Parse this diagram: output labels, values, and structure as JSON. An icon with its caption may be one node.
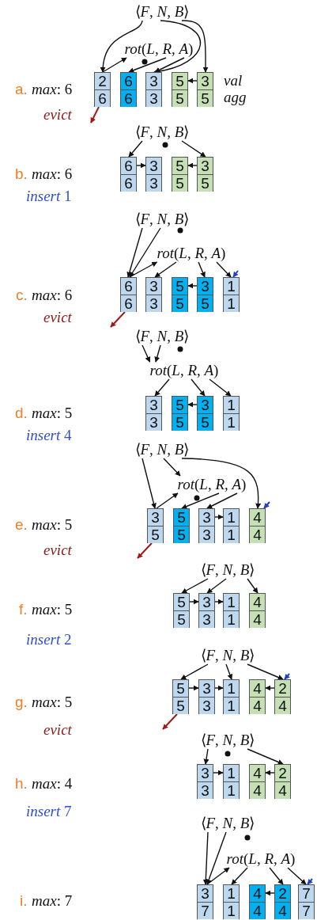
{
  "diagram": {
    "nodes": [
      {
        "text": [
          "⟨*F*, *N*, *B*⟩"
        ]
      },
      {
        "text": [
          "*rot*(*L*, *R*, *A*)"
        ]
      },
      {
        "text": [
          "2",
          "6"
        ]
      },
      {
        "text": [
          "6",
          "6"
        ]
      },
      {
        "text": [
          "3",
          "3"
        ]
      },
      {
        "text": [
          "5",
          "5"
        ]
      },
      {
        "text": [
          "3",
          "5"
        ]
      },
      {
        "text": [
          "⟨*F*, *N*, *B*⟩"
        ]
      },
      {
        "text": [
          "6",
          "6"
        ]
      },
      {
        "text": [
          "3",
          "3"
        ]
      },
      {
        "text": [
          "5",
          "5"
        ]
      },
      {
        "text": [
          "3",
          "5"
        ]
      },
      {
        "text": [
          "⟨*F*, *N*, *B*⟩"
        ]
      },
      {
        "text": [
          "*rot*(*L*, *R*, *A*)"
        ]
      },
      {
        "text": [
          "6",
          "6"
        ]
      },
      {
        "text": [
          "3",
          "3"
        ]
      },
      {
        "text": [
          "5",
          "5"
        ]
      },
      {
        "text": [
          "3",
          "5"
        ]
      },
      {
        "text": [
          "1",
          "1"
        ]
      },
      {
        "text": [
          "⟨*F*, *N*, *B*⟩"
        ]
      },
      {
        "text": [
          "*rot*(*L*, *R*, *A*)"
        ]
      },
      {
        "text": [
          "3",
          "3"
        ]
      },
      {
        "text": [
          "5",
          "5"
        ]
      },
      {
        "text": [
          "3",
          "5"
        ]
      },
      {
        "text": [
          "1",
          "1"
        ]
      },
      {
        "text": [
          "⟨*F*, *N*, *B*⟩"
        ]
      },
      {
        "text": [
          "*rot*(*L*, *R*, *A*)"
        ]
      },
      {
        "text": [
          "3",
          "5"
        ]
      },
      {
        "text": [
          "5",
          "5"
        ]
      },
      {
        "text": [
          "3",
          "3"
        ]
      },
      {
        "text": [
          "1",
          "1"
        ]
      },
      {
        "text": [
          "4",
          "4"
        ]
      },
      {
        "text": [
          "⟨*F*, *N*, *B*⟩"
        ]
      },
      {
        "text": [
          "5",
          "5"
        ]
      },
      {
        "text": [
          "3",
          "3"
        ]
      },
      {
        "text": [
          "1",
          "1"
        ]
      },
      {
        "text": [
          "4",
          "4"
        ]
      },
      {
        "text": [
          "⟨*F*, *N*, *B*⟩"
        ]
      },
      {
        "text": [
          "5",
          "5"
        ]
      },
      {
        "text": [
          "3",
          "3"
        ]
      },
      {
        "text": [
          "1",
          "1"
        ]
      },
      {
        "text": [
          "4",
          "4"
        ]
      },
      {
        "text": [
          "2",
          "4"
        ]
      },
      {
        "text": [
          "⟨*F*, *N*, *B*⟩"
        ]
      },
      {
        "text": [
          "3",
          "3"
        ]
      },
      {
        "text": [
          "1",
          "1"
        ]
      },
      {
        "text": [
          "4",
          "4"
        ]
      },
      {
        "text": [
          "2",
          "4"
        ]
      },
      {
        "text": [
          "⟨*F*, *N*, *B*⟩"
        ]
      },
      {
        "text": [
          "*rot*(*L*, *R*, *A*)"
        ]
      },
      {
        "text": [
          "3",
          "7"
        ]
      },
      {
        "text": [
          "1",
          "1"
        ]
      },
      {
        "text": [
          "4",
          "4"
        ]
      },
      {
        "text": [
          "2",
          "4"
        ]
      },
      {
        "text": [
          "7",
          "7"
        ]
      }
    ],
    "edges": [
      {
        "from": 0,
        "to": 2,
        "arrow": "to"
      },
      {
        "from": 0,
        "to": 4,
        "arrow": "to"
      },
      {
        "from": 0,
        "to": 6,
        "arrow": "to"
      },
      {
        "from": 2,
        "to": 1,
        "arrow": "to"
      },
      {
        "from": 1,
        "to": 3,
        "arrow": "to"
      },
      {
        "from": 1,
        "to": 4,
        "arrow": "to"
      },
      {
        "from": 6,
        "to": 5,
        "arrow": "to"
      },
      {
        "from": 2,
        "to": null,
        "arrow": "to",
        "color": "#a01818"
      },
      {
        "from": 7,
        "to": 8,
        "arrow": "to"
      },
      {
        "from": 7,
        "to": 11,
        "arrow": "to"
      },
      {
        "from": 8,
        "to": 9,
        "arrow": "to"
      },
      {
        "from": 11,
        "to": 10,
        "arrow": "to"
      },
      {
        "from": 12,
        "to": 14,
        "arrow": "to"
      },
      {
        "from": 12,
        "to": 14,
        "arrow": "to"
      },
      {
        "from": 14,
        "to": 13,
        "arrow": "to"
      },
      {
        "from": 13,
        "to": 15,
        "arrow": "to"
      },
      {
        "from": 13,
        "to": 17,
        "arrow": "to"
      },
      {
        "from": 13,
        "to": 18,
        "arrow": "to"
      },
      {
        "from": 17,
        "to": 16,
        "arrow": "to"
      },
      {
        "from": 14,
        "to": null,
        "arrow": "to",
        "color": "#a01818"
      },
      {
        "from": null,
        "to": 18,
        "arrow": "to",
        "color": "#2040c8"
      },
      {
        "from": 19,
        "to": 20,
        "arrow": "to"
      },
      {
        "from": 19,
        "to": 20,
        "arrow": "to"
      },
      {
        "from": 20,
        "to": 21,
        "arrow": "to"
      },
      {
        "from": 20,
        "to": 23,
        "arrow": "to"
      },
      {
        "from": 20,
        "to": 24,
        "arrow": "to"
      },
      {
        "from": 23,
        "to": 22,
        "arrow": "to"
      },
      {
        "from": 25,
        "to": 27,
        "arrow": "to"
      },
      {
        "from": 25,
        "to": 26,
        "arrow": "to"
      },
      {
        "from": 25,
        "to": 31,
        "arrow": "to"
      },
      {
        "from": 27,
        "to": 26,
        "arrow": "to"
      },
      {
        "from": 26,
        "to": 28,
        "arrow": "to"
      },
      {
        "from": 26,
        "to": 29,
        "arrow": "to"
      },
      {
        "from": 29,
        "to": 30,
        "arrow": "to"
      },
      {
        "from": 27,
        "to": null,
        "arrow": "to",
        "color": "#a01818"
      },
      {
        "from": null,
        "to": 31,
        "arrow": "to",
        "color": "#2040c8"
      },
      {
        "from": 32,
        "to": 33,
        "arrow": "to"
      },
      {
        "from": 32,
        "to": 34,
        "arrow": "to"
      },
      {
        "from": 32,
        "to": 36,
        "arrow": "to"
      },
      {
        "from": 33,
        "to": 34,
        "arrow": "to"
      },
      {
        "from": 34,
        "to": 35,
        "arrow": "to"
      },
      {
        "from": 37,
        "to": 38,
        "arrow": "to"
      },
      {
        "from": 37,
        "to": 40,
        "arrow": "to"
      },
      {
        "from": 37,
        "to": 42,
        "arrow": "to"
      },
      {
        "from": 38,
        "to": 39,
        "arrow": "to"
      },
      {
        "from": 39,
        "to": 40,
        "arrow": "to"
      },
      {
        "from": 42,
        "to": 41,
        "arrow": "to"
      },
      {
        "from": null,
        "to": 42,
        "arrow": "to",
        "color": "#2040c8"
      },
      {
        "from": 38,
        "to": null,
        "arrow": "to",
        "color": "#a01818"
      },
      {
        "from": 43,
        "to": 44,
        "arrow": "to"
      },
      {
        "from": 43,
        "to": 47,
        "arrow": "to"
      },
      {
        "from": 44,
        "to": 45,
        "arrow": "to"
      },
      {
        "from": 47,
        "to": 46,
        "arrow": "to"
      },
      {
        "from": 48,
        "to": 50,
        "arrow": "to"
      },
      {
        "from": 48,
        "to": 50,
        "arrow": "to"
      },
      {
        "from": 50,
        "to": 49,
        "arrow": "to"
      },
      {
        "from": 49,
        "to": 51,
        "arrow": "to"
      },
      {
        "from": 49,
        "to": 53,
        "arrow": "to"
      },
      {
        "from": 49,
        "to": 54,
        "arrow": "to"
      },
      {
        "from": 53,
        "to": 52,
        "arrow": "to"
      },
      {
        "from": null,
        "to": 54,
        "arrow": "to",
        "color": "#2040c8"
      }
    ],
    "labels": [
      "a.",
      "*max*: 6",
      "val",
      "agg",
      "evict",
      "b.",
      "*max*: 6",
      "*insert* 1",
      "c.",
      "*max*: 6",
      "evict",
      "d.",
      "*max*: 5",
      "*insert* 4",
      "e.",
      "*max*: 5",
      "evict",
      "f.",
      "*max*: 5",
      "*insert* 2",
      "g.",
      "*max*: 5",
      "evict",
      "h.",
      "*max*: 4",
      "*insert* 7",
      "i.",
      "*max*: 7"
    ]
  }
}
